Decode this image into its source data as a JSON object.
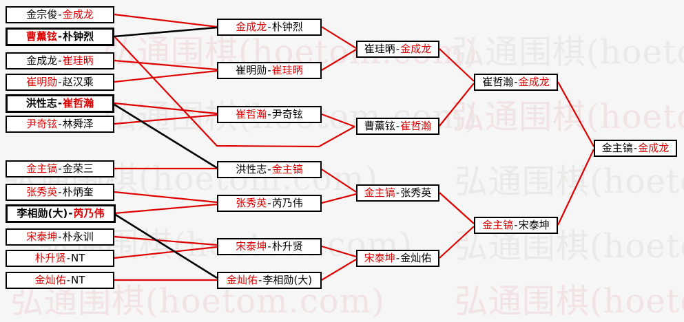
{
  "colors": {
    "winner_text": "#dd0000",
    "loser_text": "#000000",
    "winner_line": "#dd0000",
    "loser_line": "#000000",
    "box_border": "#000000",
    "box_bg": "#ffffff",
    "watermark": "#ebe8e8"
  },
  "sep": "-",
  "watermark": {
    "text": "弘通围棋(hoetom.com)"
  },
  "rounds": {
    "r1": [
      {
        "left": "金宗俊",
        "right": "金成龙",
        "winner": "right"
      },
      {
        "left": "曹薰铉",
        "right": "朴钟烈",
        "winner": "left"
      },
      {
        "left": "金成龙",
        "right": "崔珪昞",
        "winner": "right"
      },
      {
        "left": "崔明勋",
        "right": "赵汉乘",
        "winner": "left"
      },
      {
        "left": "洪性志",
        "right": "崔哲瀚",
        "winner": "right"
      },
      {
        "left": "尹奇铉",
        "right": "林舜泽",
        "winner": "left"
      },
      {
        "left": "金主镐",
        "right": "金荣三",
        "winner": "left"
      },
      {
        "left": "张秀英",
        "right": "朴炳奎",
        "winner": "left"
      },
      {
        "left": "李相勋(大)",
        "right": "芮乃伟",
        "winner": "right"
      },
      {
        "left": "宋泰坤",
        "right": "朴永训",
        "winner": "left"
      },
      {
        "left": "朴升贤",
        "right": "NT",
        "winner": "left"
      },
      {
        "left": "金灿佑",
        "right": "NT",
        "winner": "left"
      }
    ],
    "r2": [
      {
        "left": "金成龙",
        "right": "朴钟烈",
        "winner": "left"
      },
      {
        "left": "崔明勋",
        "right": "崔珪昞",
        "winner": "right"
      },
      {
        "left": "崔哲瀚",
        "right": "尹奇铉",
        "winner": "left"
      },
      {
        "left": "洪性志",
        "right": "金主镐",
        "winner": "right"
      },
      {
        "left": "张秀英",
        "right": "芮乃伟",
        "winner": "left"
      },
      {
        "left": "宋泰坤",
        "right": "朴升贤",
        "winner": "left"
      },
      {
        "left": "金灿佑",
        "right": "李相勋(大)",
        "winner": "left"
      }
    ],
    "r3": [
      {
        "left": "崔珪昞",
        "right": "金成龙",
        "winner": "right"
      },
      {
        "left": "曹薰铉",
        "right": "崔哲瀚",
        "winner": "right"
      },
      {
        "left": "金主镐",
        "right": "张秀英",
        "winner": "left"
      },
      {
        "left": "宋泰坤",
        "right": "金灿佑",
        "winner": "left"
      }
    ],
    "r4": [
      {
        "left": "崔哲瀚",
        "right": "金成龙",
        "winner": "right"
      },
      {
        "left": "金主镐",
        "right": "宋泰坤",
        "winner": "left"
      }
    ],
    "final": [
      {
        "left": "金主镐",
        "right": "金成龙",
        "winner": "right"
      }
    ]
  }
}
